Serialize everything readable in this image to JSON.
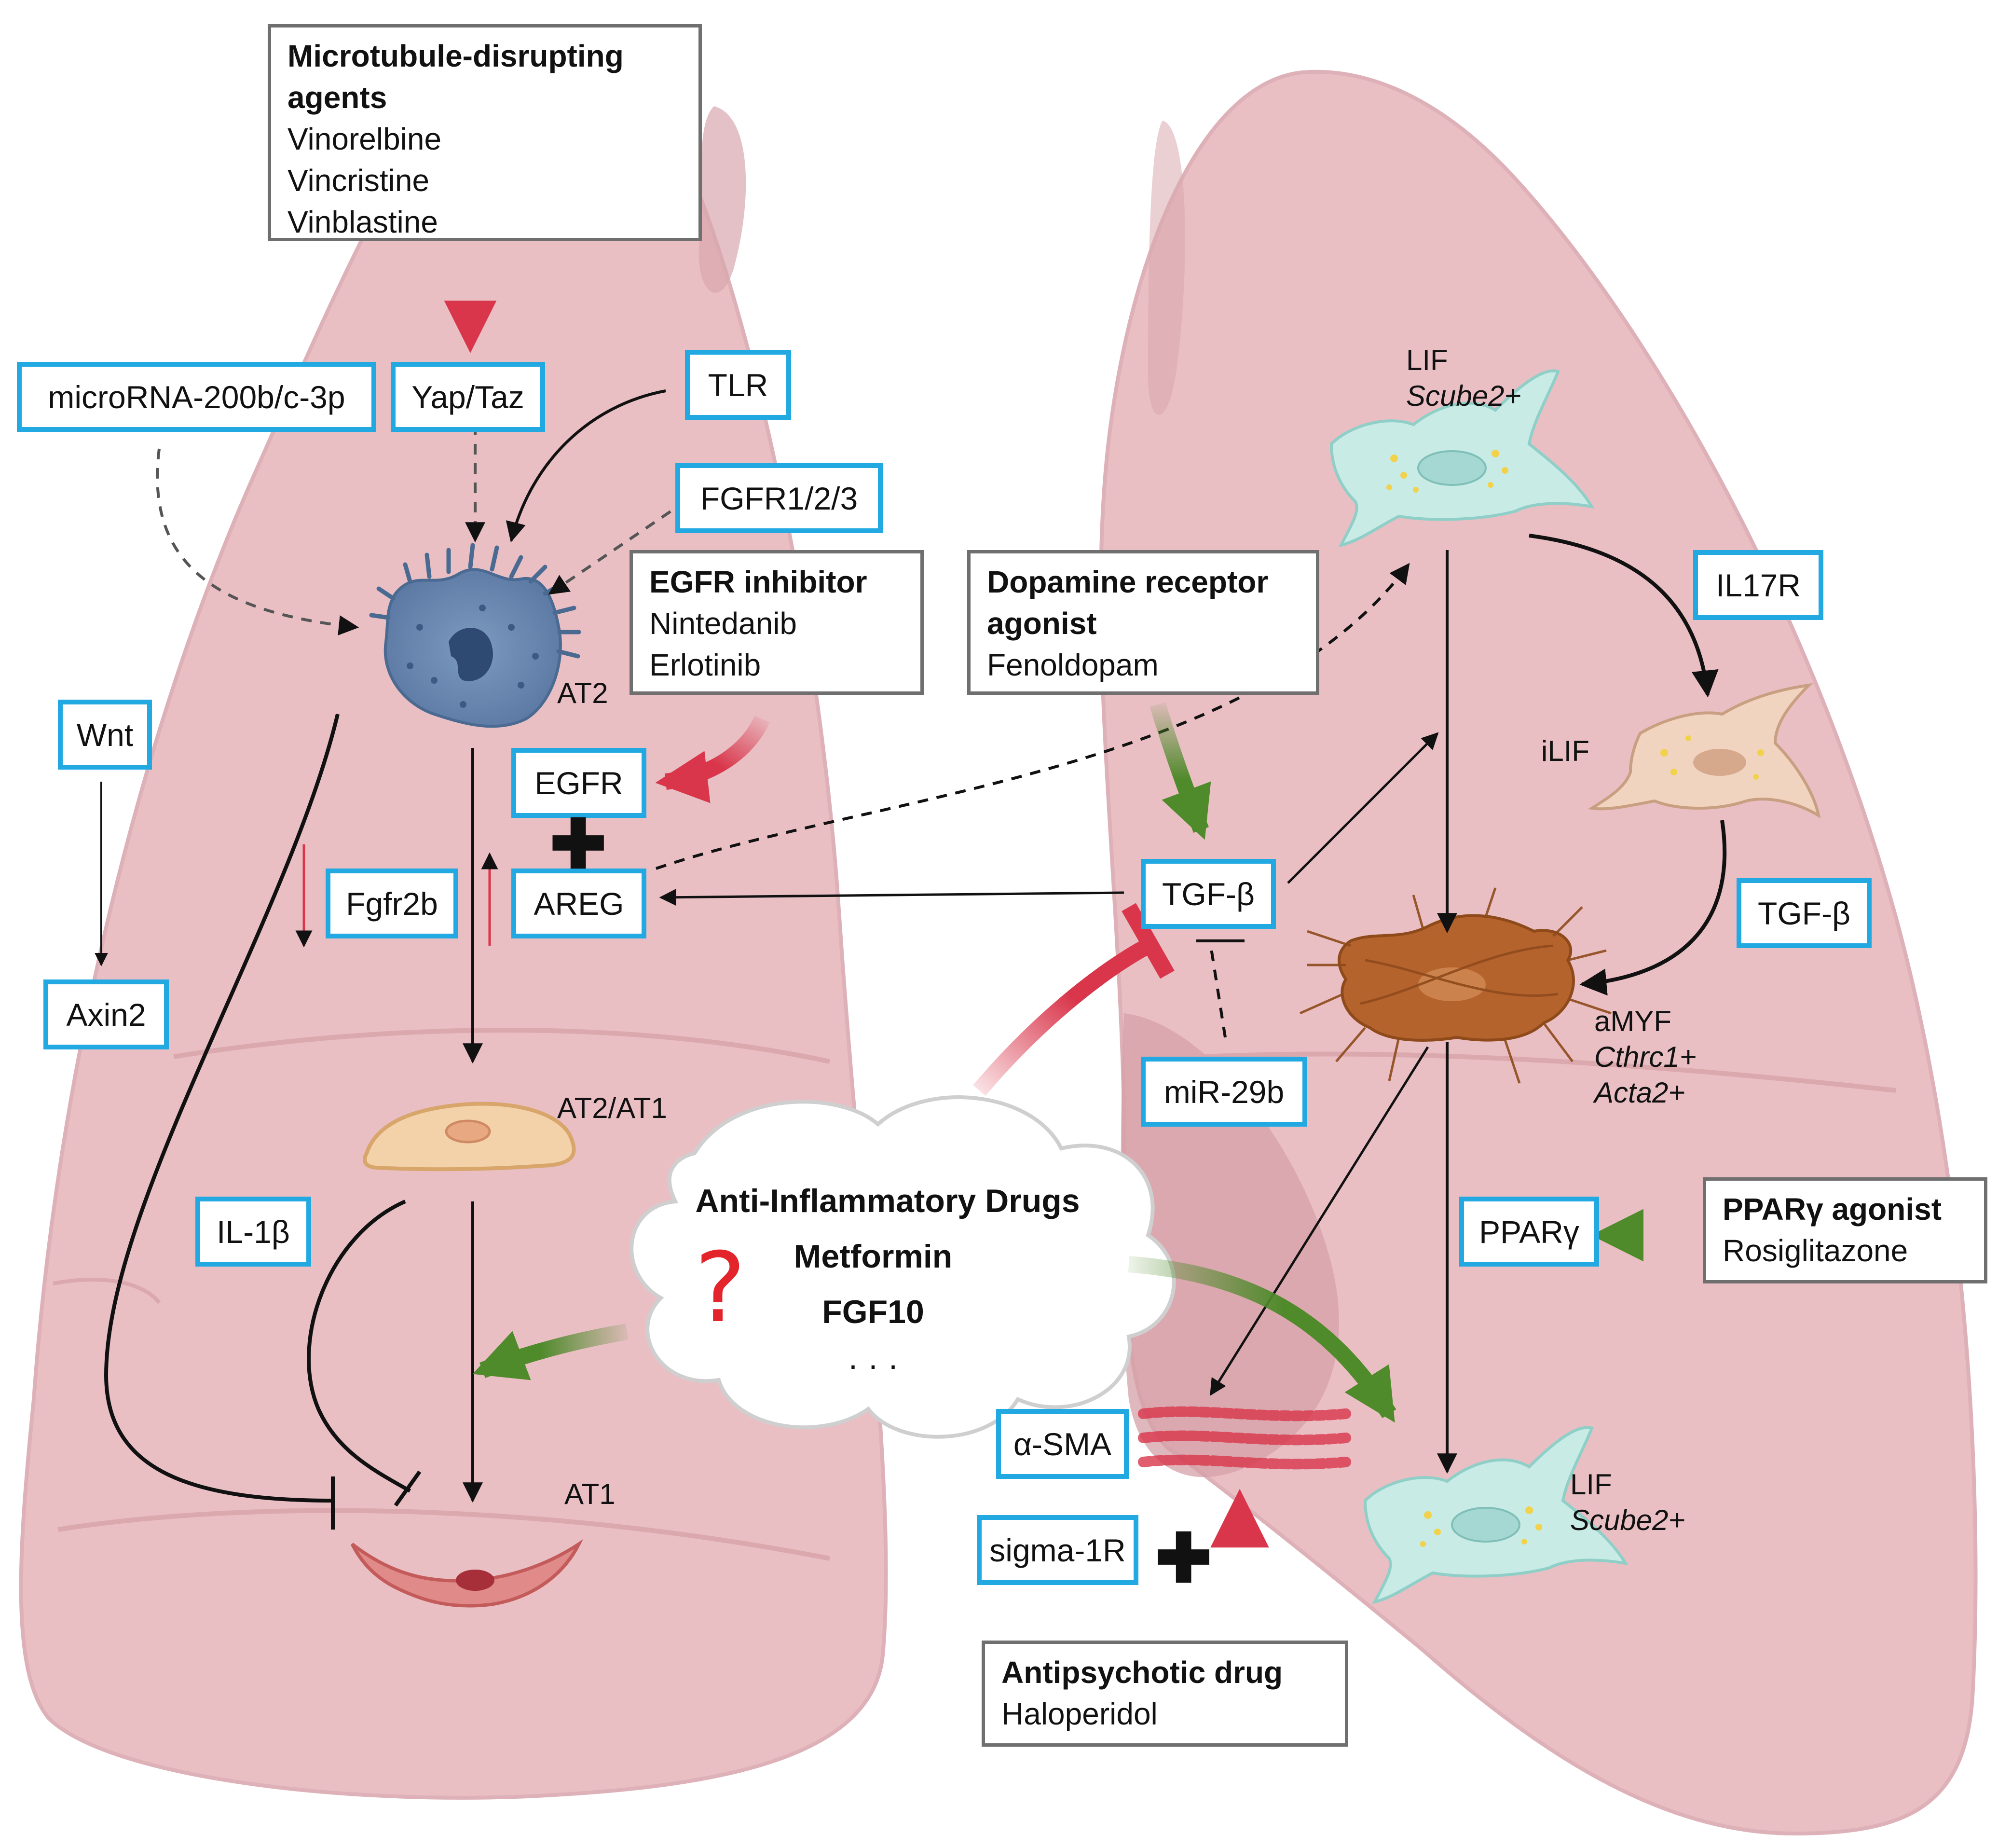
{
  "drugs": {
    "microtubule": {
      "title": "Microtubule-disrupting agents",
      "title_line1": "Microtubule-disrupting",
      "title_line2": "agents",
      "items": [
        "Vinorelbine",
        "Vincristine",
        "Vinblastine"
      ]
    },
    "egfr_inhibitor": {
      "title": "EGFR inhibitor",
      "items": [
        "Nintedanib",
        "Erlotinib"
      ]
    },
    "dopamine": {
      "title_line1": "Dopamine receptor",
      "title_line2": "agonist",
      "items": [
        "Fenoldopam"
      ]
    },
    "ppar": {
      "title": "PPARγ agonist",
      "items": [
        "Rosiglitazone"
      ]
    },
    "antipsychotic": {
      "title": "Antipsychotic drug",
      "items": [
        "Haloperidol"
      ]
    }
  },
  "targets": {
    "microrna": "microRNA-200b/c-3p",
    "yaptaz": "Yap/Taz",
    "tlr": "TLR",
    "fgfr": "FGFR1/2/3",
    "wnt": "Wnt",
    "axin2": "Axin2",
    "egfr": "EGFR",
    "areg": "AREG",
    "fgfr2b": "Fgfr2b",
    "il1b": "IL-1β",
    "tgfb_center": "TGF-β",
    "mir29b": "miR-29b",
    "il17r": "IL17R",
    "tgfb_right": "TGF-β",
    "ppargamma": "PPARγ",
    "asma": "α-SMA",
    "sigma1r": "sigma-1R"
  },
  "cells": {
    "at2": "AT2",
    "at2at1": "AT2/AT1",
    "at1": "AT1",
    "lif_top": {
      "name": "LIF",
      "marker": "Scube2+"
    },
    "ilif": "iLIF",
    "amyf": {
      "name": "aMYF",
      "markers": [
        "Cthrc1+",
        "Acta2+"
      ]
    },
    "lif_bottom": {
      "name": "LIF",
      "marker": "Scube2+"
    }
  },
  "cloud": {
    "lines": [
      "Anti-Inflammatory Drugs",
      "Metformin",
      "FGF10",
      "· · ·"
    ],
    "question": "?"
  },
  "colors": {
    "lung": "#e9bfc4",
    "lung_dark": "#d6a3aa",
    "target_border": "#22a9e2",
    "drug_border": "#6f6f6f",
    "red_arrow": "#d9364b",
    "green_arrow": "#4f8a2b",
    "at2_cell": "#5e7fa6",
    "fibroblast": "#bfe5e0",
    "ilif": "#f0d4bf",
    "myofibroblast": "#b5632c",
    "at1_cell": "#cf5e5e"
  }
}
